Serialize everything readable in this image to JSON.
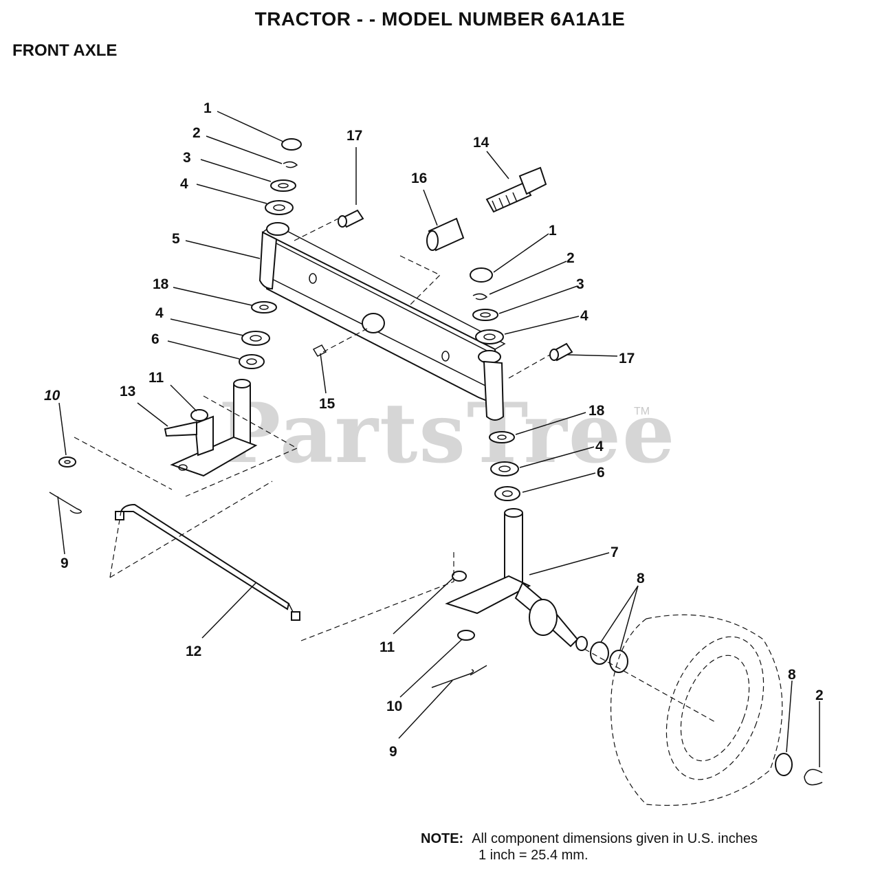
{
  "header": {
    "title": "TRACTOR - - MODEL NUMBER 6A1A1E",
    "section": "FRONT AXLE"
  },
  "watermark": {
    "text": "PartsTree",
    "tm": "TM"
  },
  "callouts": [
    {
      "id": "c1a",
      "label": "1"
    },
    {
      "id": "c2a",
      "label": "2"
    },
    {
      "id": "c3a",
      "label": "3"
    },
    {
      "id": "c4a",
      "label": "4"
    },
    {
      "id": "c5",
      "label": "5"
    },
    {
      "id": "c18a",
      "label": "18"
    },
    {
      "id": "c4b",
      "label": "4"
    },
    {
      "id": "c6a",
      "label": "6"
    },
    {
      "id": "c11a",
      "label": "11"
    },
    {
      "id": "c13",
      "label": "13"
    },
    {
      "id": "c10a",
      "label": "10"
    },
    {
      "id": "c9a",
      "label": "9"
    },
    {
      "id": "c17a",
      "label": "17"
    },
    {
      "id": "c16",
      "label": "16"
    },
    {
      "id": "c14",
      "label": "14"
    },
    {
      "id": "c1b",
      "label": "1"
    },
    {
      "id": "c2b",
      "label": "2"
    },
    {
      "id": "c3b",
      "label": "3"
    },
    {
      "id": "c4c",
      "label": "4"
    },
    {
      "id": "c17b",
      "label": "17"
    },
    {
      "id": "c15",
      "label": "15"
    },
    {
      "id": "c18b",
      "label": "18"
    },
    {
      "id": "c4d",
      "label": "4"
    },
    {
      "id": "c6b",
      "label": "6"
    },
    {
      "id": "c7",
      "label": "7"
    },
    {
      "id": "c8a",
      "label": "8"
    },
    {
      "id": "c12",
      "label": "12"
    },
    {
      "id": "c11b",
      "label": "11"
    },
    {
      "id": "c10b",
      "label": "10"
    },
    {
      "id": "c9b",
      "label": "9"
    },
    {
      "id": "c8b",
      "label": "8"
    },
    {
      "id": "c2c",
      "label": "2"
    }
  ],
  "note": {
    "label": "NOTE:",
    "line1": "All component dimensions given in U.S. inches",
    "line2": "1 inch = 25.4 mm."
  }
}
